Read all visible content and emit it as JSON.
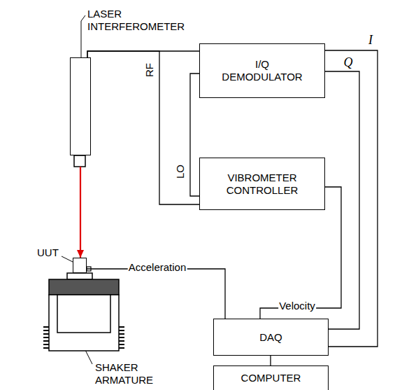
{
  "diagram": {
    "nodes": [
      {
        "text": [
          "LASER INTERFEROMETER"
        ]
      },
      {
        "text": [
          "I/Q DEMODULATOR"
        ]
      },
      {
        "text": [
          "VIBROMETER CONTROLLER"
        ]
      },
      {
        "text": [
          "UUT"
        ]
      },
      {
        "text": [
          "DAQ"
        ]
      },
      {
        "text": [
          "COMPUTER"
        ]
      }
    ],
    "edges": [
      {
        "from": 0,
        "to": 1,
        "arrow": "none"
      },
      {
        "from": 0,
        "to": 2,
        "label": "RF",
        "arrow": "none"
      },
      {
        "from": 2,
        "to": 1,
        "label": "LO",
        "arrow": "none"
      },
      {
        "from": 0,
        "to": 3,
        "arrow": "to"
      },
      {
        "from": 3,
        "to": 4,
        "label": "Acceleration",
        "arrow": "none"
      },
      {
        "from": 2,
        "to": 4,
        "label": "Velocity",
        "arrow": "none"
      },
      {
        "from": 1,
        "to": 4,
        "label": "I",
        "arrow": "none"
      },
      {
        "from": 1,
        "to": 4,
        "label": "Q",
        "arrow": "none"
      },
      {
        "from": 4,
        "to": 5,
        "arrow": "none"
      }
    ],
    "labels": [
      "SHAKER ARMATURE"
    ]
  }
}
